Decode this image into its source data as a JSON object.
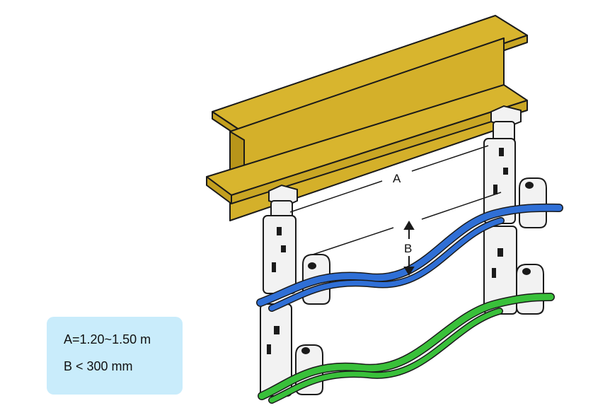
{
  "diagram": {
    "dimension_a_label": "A",
    "dimension_b_label": "B"
  },
  "legend": {
    "line_a": "A=1.20~1.50 m",
    "line_b": "B < 300 mm"
  },
  "colors": {
    "beam": "#d8b52e",
    "beam_shade": "#c39f1e",
    "cable_upper": "#2f6fd6",
    "cable_lower": "#39c03a",
    "legend_bg": "#c9ecfb",
    "hanger": "#f2f2f2"
  }
}
